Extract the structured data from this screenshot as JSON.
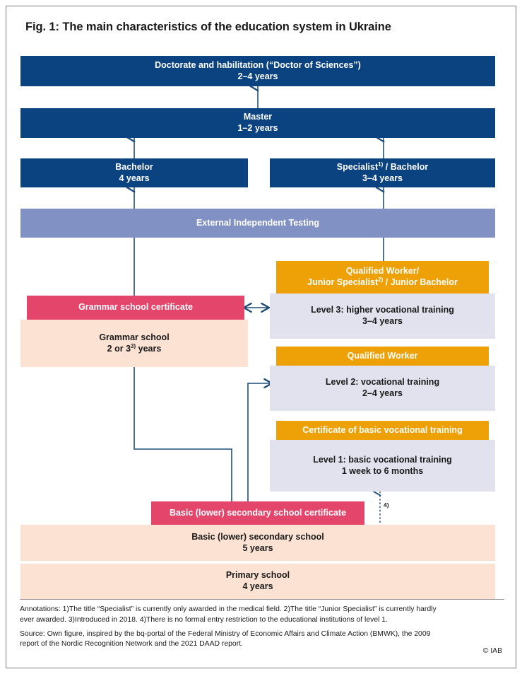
{
  "figure": {
    "title": "Fig. 1: The main characteristics of the education system in Ukraine",
    "copyright": "© IAB"
  },
  "colors": {
    "dark_blue": "#0b4381",
    "periwinkle": "#8191c4",
    "pink": "#e4456a",
    "peach": "#fbe2d2",
    "orange": "#eea007",
    "light_grey": "#e1e2ee",
    "arrow": "#1f4e79"
  },
  "boxes": {
    "doctorate": {
      "line1": "Doctorate and habilitation (“Doctor of Sciences”)",
      "line2": "2–4 years"
    },
    "master": {
      "line1": "Master",
      "line2": "1–2 years"
    },
    "bachelor": {
      "line1": "Bachelor",
      "line2": "4 years"
    },
    "specialist": {
      "line1_a": "Specialist",
      "line1_sup": "1)",
      "line1_b": " / Bachelor",
      "line2": "3–4 years"
    },
    "eit": {
      "line1": "External Independent Testing"
    },
    "grammar_certificate": {
      "line1": "Grammar school certificate"
    },
    "grammar_school": {
      "line1": "Grammar school",
      "line2_a": "2 or 3",
      "line2_sup": "3)",
      "line2_b": " years"
    },
    "qualified_worker_junior": {
      "line1": "Qualified Worker/",
      "line2_a": "Junior Specialist",
      "line2_sup": "2)",
      "line2_b": " / Junior Bachelor"
    },
    "level3": {
      "line1": "Level 3: higher vocational training",
      "line2": "3–4 years"
    },
    "qualified_worker": {
      "line1": "Qualified Worker"
    },
    "level2": {
      "line1": "Level 2: vocational training",
      "line2": "2–4 years"
    },
    "certificate_basic_vocational": {
      "line1": "Certificate of basic vocational training"
    },
    "level1": {
      "line1": "Level 1: basic vocational training",
      "line2": "1 week to 6 months"
    },
    "basic_secondary_certificate": {
      "line1": "Basic (lower) secondary school certificate"
    },
    "basic_secondary_school": {
      "line1": "Basic (lower) secondary school",
      "line2": "5 years"
    },
    "primary_school": {
      "line1": "Primary school",
      "line2": "4 years"
    }
  },
  "markers": {
    "footnote4_label": "4)"
  },
  "footer": {
    "annotations_line1": "Annotations: 1)The title “Specialist” is currently only awarded in the medical field. 2)The title “Junior Specialist” is currently hardly",
    "annotations_line2": "ever awarded. 3)Introduced in 2018. 4)There is no formal entry restriction to the educational institutions of level 1.",
    "source_line1": "Source: Own figure, inspired by the bq-portal of the Federal Ministry of Economic Affairs and Climate Action (BMWK), the 2009",
    "source_line2": "report of the Nordic Recognition Network and the 2021 DAAD report."
  }
}
